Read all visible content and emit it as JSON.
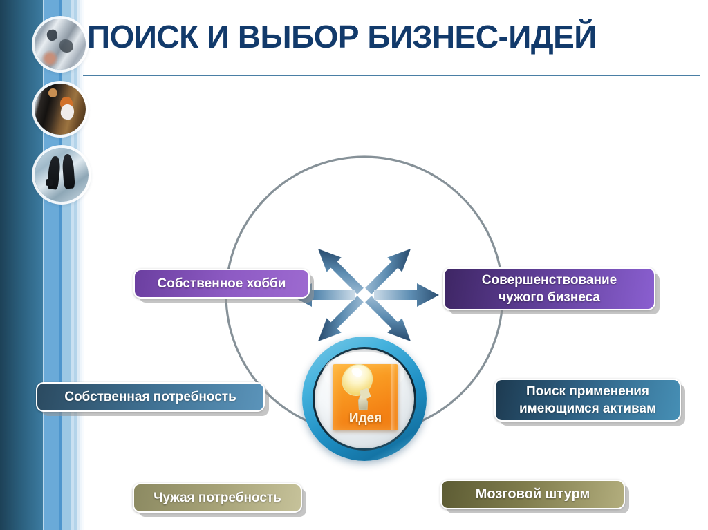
{
  "slide": {
    "title": "ПОИСК И ВЫБОР БИЗНЕС-ИДЕЙ",
    "accent_color": "#123a6b",
    "rule_color": "#4a7fa5",
    "background_color": "#ffffff"
  },
  "sidebar": {
    "photos": [
      {
        "name": "office-desk-photo",
        "alt": "business office desk"
      },
      {
        "name": "business-meeting-photo",
        "alt": "two business people at a meeting"
      },
      {
        "name": "walking-professionals-photo",
        "alt": "two professionals walking"
      }
    ]
  },
  "diagram": {
    "center": {
      "label": "Идея",
      "icon": "lightbulb-icon",
      "tile_color": "#f48315",
      "ring_color": "#1f8fc4"
    },
    "nodes": [
      {
        "id": "own-hobby",
        "label": "Собственное хобби",
        "lines": [
          "Собственное хобби"
        ],
        "position": "top-left",
        "color": "#8e5bc4"
      },
      {
        "id": "improve-others-business",
        "label": "Совершенствование чужого бизнеса",
        "lines": [
          "Совершенствование",
          "чужого бизнеса"
        ],
        "position": "top-right",
        "color": "#5d3d94"
      },
      {
        "id": "own-need",
        "label": "Собственная потребность",
        "lines": [
          "Собственная потребность"
        ],
        "position": "middle-left",
        "color": "#3f7092"
      },
      {
        "id": "assets-application",
        "label": "Поиск применения имеющимся активам",
        "lines": [
          "Поиск применения",
          "имеющимся активам"
        ],
        "position": "middle-right",
        "color": "#2f6184"
      },
      {
        "id": "others-need",
        "label": "Чужая потребность",
        "lines": [
          "Чужая потребность"
        ],
        "position": "bottom-left",
        "color": "#a6a277"
      },
      {
        "id": "brainstorm",
        "label": "Мозговой штурм",
        "lines": [
          "Мозговой штурм"
        ],
        "position": "bottom-right",
        "color": "#7f7c4c"
      }
    ],
    "arrow_color": "#3d6e96",
    "orbit_color": "#808b92",
    "arrow_count": 6
  }
}
